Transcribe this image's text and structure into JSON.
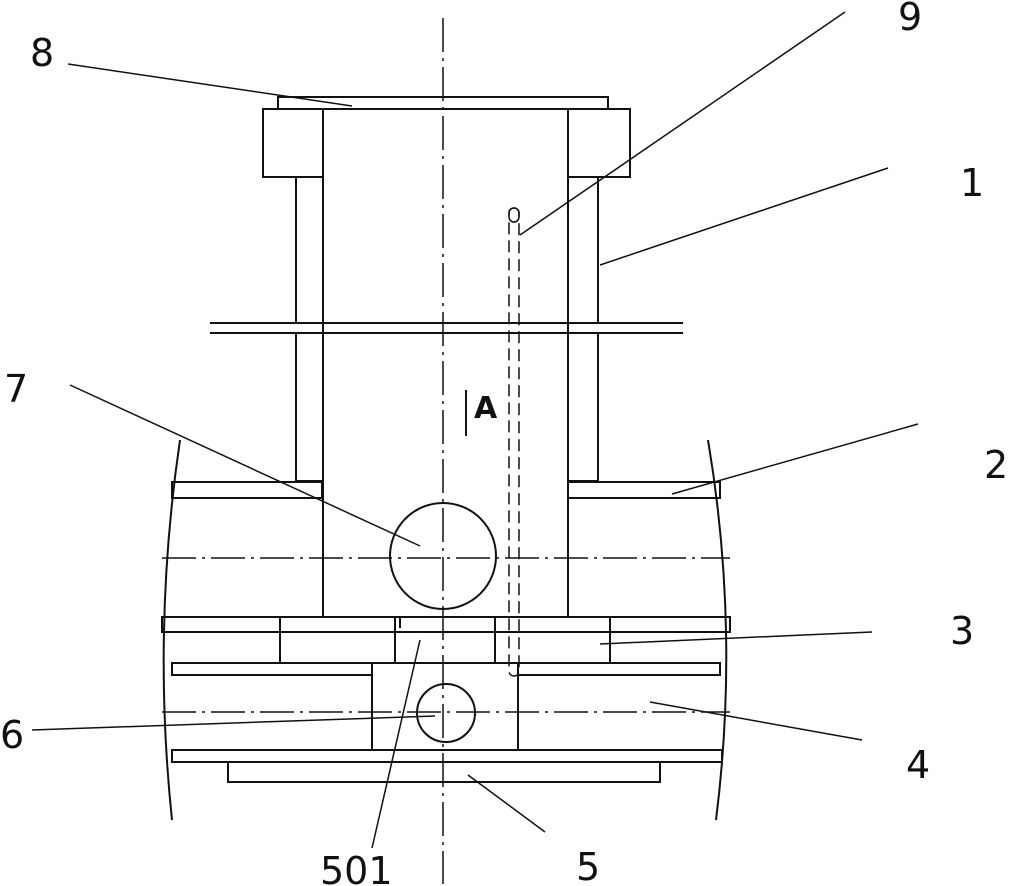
{
  "labels": {
    "l1": "1",
    "l2": "2",
    "l3": "3",
    "l4": "4",
    "l5": "5",
    "l6": "6",
    "l7": "7",
    "l8": "8",
    "l9": "9",
    "l501": "501",
    "view_a": "A"
  },
  "colors": {
    "ink": "#111111",
    "paper": "#ffffff"
  }
}
